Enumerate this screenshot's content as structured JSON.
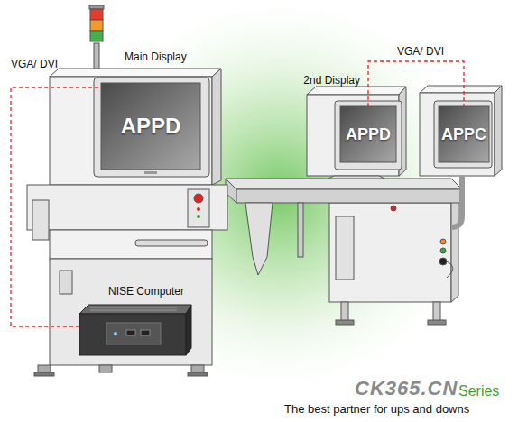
{
  "diagram": {
    "nodes": [
      {
        "text": [
          "Main Display",
          "APPD"
        ]
      },
      {
        "text": [
          "2nd Display",
          "APPD"
        ]
      },
      {
        "text": [
          "APPC"
        ]
      },
      {
        "text": [
          "NISE Computer"
        ]
      }
    ],
    "edges": [
      {
        "from": 3,
        "to": 0,
        "label": "VGA/ DVI",
        "arrow": "none"
      },
      {
        "from": 1,
        "to": 2,
        "label": "VGA/ DVI",
        "arrow": "none"
      }
    ],
    "labels": [
      "CK365.CN",
      "Series",
      "The best partner for ups and downs"
    ]
  }
}
